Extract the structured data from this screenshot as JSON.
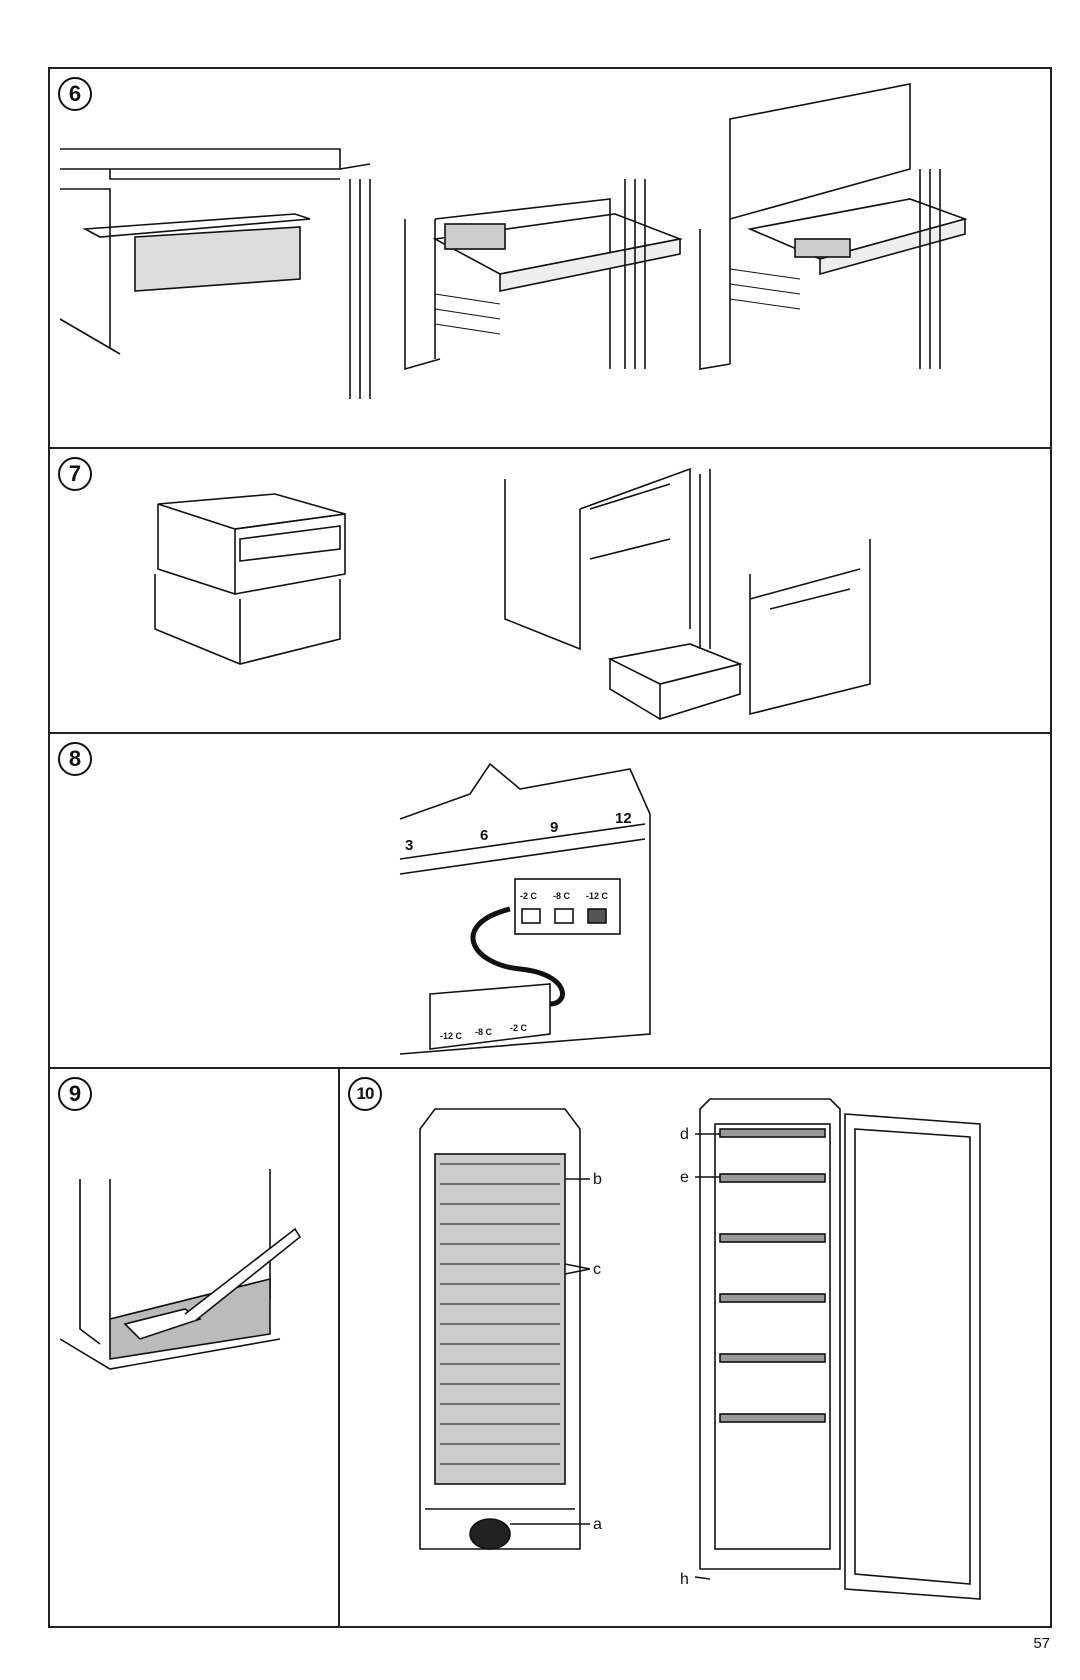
{
  "page_number": "57",
  "panels": [
    {
      "number": "6"
    },
    {
      "number": "7"
    },
    {
      "number": "8",
      "dial_labels": [
        "3",
        "6",
        "9",
        "12"
      ],
      "temperature_labels": [
        "-2 C",
        "-8 C",
        "-12 C"
      ],
      "temperature_labels_flipped": [
        "-2 C",
        "-8 C",
        "-12 C"
      ]
    },
    {
      "number": "9"
    },
    {
      "number": "10",
      "callouts": [
        "a",
        "b",
        "c",
        "d",
        "e",
        "h"
      ]
    }
  ]
}
